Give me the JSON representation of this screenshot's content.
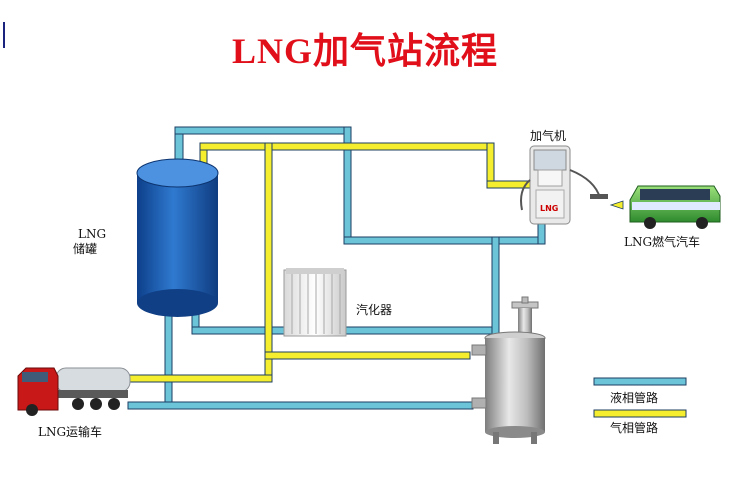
{
  "title": "LNG加气站流程",
  "labels": {
    "storage_tank": [
      "LNG",
      "储罐"
    ],
    "dispenser": "加气机",
    "vaporizer": "汽化器",
    "bus": "LNG燃气汽车",
    "truck": "LNG运输车"
  },
  "dispenser_panel": "LNG",
  "legend": [
    {
      "label": "液相管路",
      "color": "#6cc4d8"
    },
    {
      "label": "气相管路",
      "color": "#f5ee2e"
    }
  ],
  "colors": {
    "liquid_pipe": "#6cc4d8",
    "gas_pipe": "#f5ee2e",
    "pipe_outline": "#1d3e63",
    "title": "#e10f1a",
    "tank": "#1f5fb5"
  }
}
